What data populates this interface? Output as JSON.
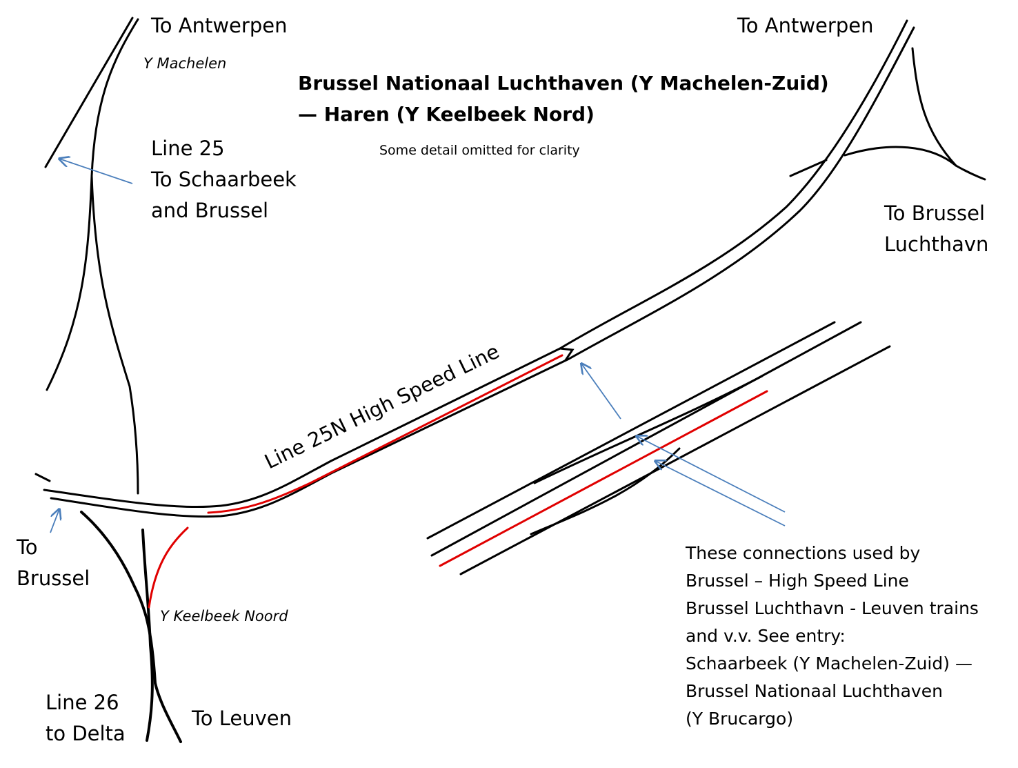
{
  "title_line1": "Brussel Nationaal Luchthaven (Y Machelen-Zuid)",
  "title_line2": "— Haren (Y Keelbeek Nord)",
  "subtitle": "Some detail omitted for clarity",
  "labels": {
    "to_antwerpen_left": "To Antwerpen",
    "to_antwerpen_right": "To Antwerpen",
    "y_machelen": "Y Machelen",
    "line25_1": "Line 25",
    "line25_2": "To Schaarbeek",
    "line25_3": "and Brussel",
    "to_brussel_lux_1": "To Brussel",
    "to_brussel_lux_2": "Luchthavn",
    "hsl": "Line 25N High Speed Line",
    "to_brussel_1": "To",
    "to_brussel_2": "Brussel",
    "y_keelbeek": "Y Keelbeek Noord",
    "line26_1": "Line 26",
    "line26_2": "to Delta",
    "to_leuven": "To Leuven"
  },
  "note": [
    "These connections used by",
    "Brussel – High Speed Line",
    "Brussel Luchthavn - Leuven trains",
    "and v.v. See entry:",
    "Schaarbeek (Y Machelen-Zuid) —",
    "Brussel Nationaal Luchthaven",
    "(Y Brucargo)"
  ],
  "colors": {
    "track": "#000000",
    "highlight": "#e00000",
    "arrow": "#4a7ebb"
  }
}
